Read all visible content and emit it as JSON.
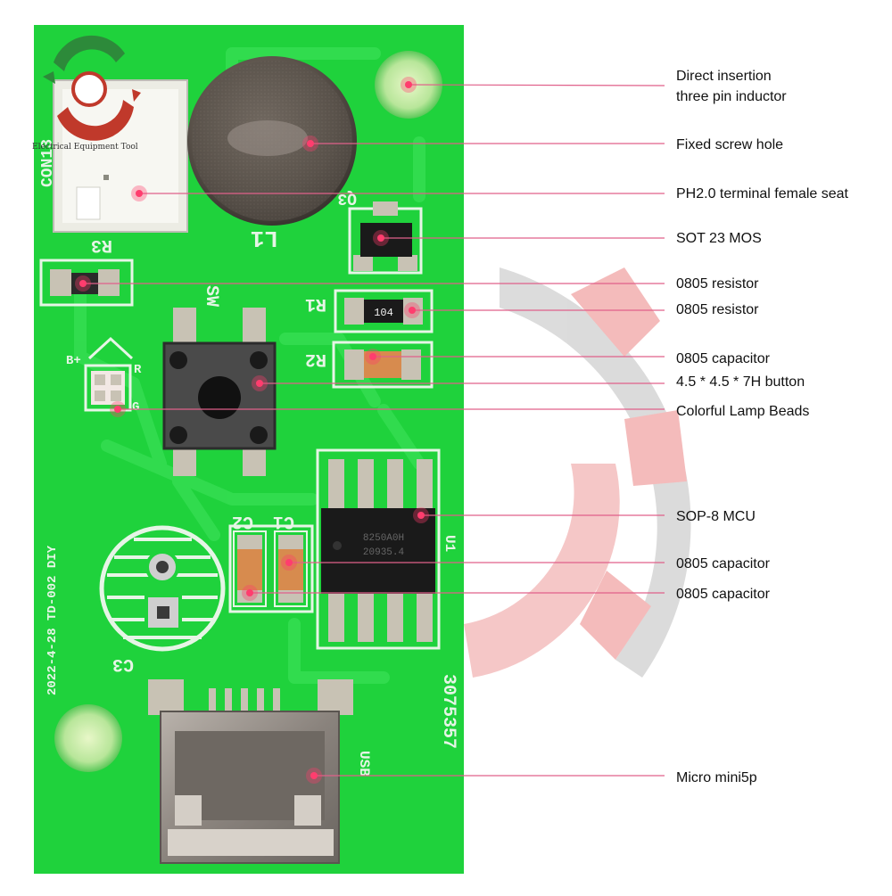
{
  "logo": {
    "caption": "Electrical Equipment Tool"
  },
  "board": {
    "silkscreen": {
      "con": "CON13",
      "l1": "L1",
      "sw": "SW",
      "r3": "R3",
      "r1": "R1",
      "r2": "R2",
      "q3": "Q3",
      "c1": "C1",
      "c2": "C2",
      "u1": "U1",
      "usb": "USB",
      "serial": "3075357",
      "date": "2022-4-28 TD-002 DIY",
      "b_plus": "B+",
      "r_mark": "R",
      "g_mark": "G",
      "c3": "C3",
      "resistor_marking": "104",
      "mcu_marking_1": "8250A0H",
      "mcu_marking_2": "20935.4"
    }
  },
  "callouts": [
    {
      "id": "inductor",
      "text": [
        "Direct insertion",
        "three pin inductor"
      ]
    },
    {
      "id": "screw-hole",
      "text": [
        "Fixed screw hole"
      ]
    },
    {
      "id": "ph20-seat",
      "text": [
        "PH2.0 terminal female seat"
      ]
    },
    {
      "id": "sot23-mos",
      "text": [
        "SOT 23 MOS"
      ]
    },
    {
      "id": "resistor-1",
      "text": [
        "0805 resistor"
      ]
    },
    {
      "id": "resistor-2",
      "text": [
        "0805 resistor"
      ]
    },
    {
      "id": "capacitor-1",
      "text": [
        "0805 capacitor"
      ]
    },
    {
      "id": "button",
      "text": [
        "4.5 * 4.5 * 7H button"
      ]
    },
    {
      "id": "lamp-beads",
      "text": [
        "Colorful Lamp Beads"
      ]
    },
    {
      "id": "mcu",
      "text": [
        "SOP-8 MCU"
      ]
    },
    {
      "id": "capacitor-2",
      "text": [
        "0805 capacitor"
      ]
    },
    {
      "id": "capacitor-3",
      "text": [
        "0805 capacitor"
      ]
    },
    {
      "id": "usb",
      "text": [
        "Micro mini5p"
      ]
    }
  ],
  "colors": {
    "pcb": "#1fd23c",
    "callout_line": "#e0608a",
    "marker": "#ff3d6e",
    "pad": "#c8c2b4",
    "ic": "#1a1a1a"
  }
}
